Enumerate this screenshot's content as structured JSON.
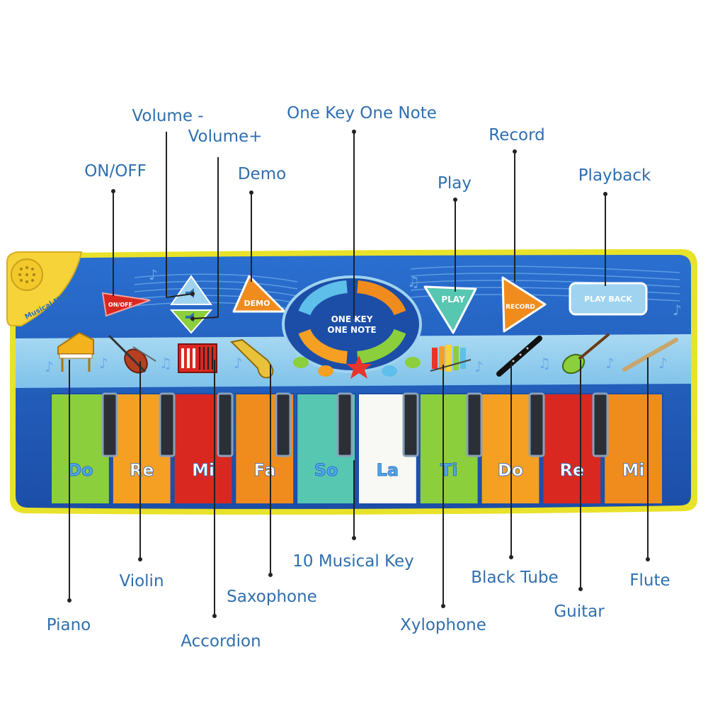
{
  "colors": {
    "mat_blue": "#1f57b4",
    "mat_border": "#e9e22a",
    "callout_text": "#2f6fb0",
    "speaker_yellow": "#f7d33a"
  },
  "mat": {
    "corner_label": "Musical Mat",
    "buttons": {
      "on_off": "ON/OFF",
      "demo": "DEMO",
      "one_key": "ONE KEY",
      "one_note": "ONE NOTE",
      "play": "PLAY",
      "record": "RECORD",
      "playback": "PLAY BACK"
    },
    "keys": [
      {
        "label": "Do",
        "color": "#8ccf3c"
      },
      {
        "label": "Re",
        "color": "#f5a022"
      },
      {
        "label": "Mi",
        "color": "#d8281f"
      },
      {
        "label": "Fa",
        "color": "#f08b1d"
      },
      {
        "label": "So",
        "color": "#57c7b1"
      },
      {
        "label": "La",
        "color": "#f8f8f4"
      },
      {
        "label": "Ti",
        "color": "#8ccf3c"
      },
      {
        "label": "Do",
        "color": "#f5a022"
      },
      {
        "label": "Re",
        "color": "#d8281f"
      },
      {
        "label": "Mi",
        "color": "#f08b1d"
      }
    ],
    "instrument_icons": [
      "piano-icon",
      "violin-icon",
      "accordion-icon",
      "saxophone-icon",
      "xylophone-icon",
      "black-tube-icon",
      "guitar-icon",
      "flute-icon"
    ]
  },
  "callouts": {
    "volume_down": "Volume -",
    "volume_up": "Volume+",
    "on_off": "ON/OFF",
    "demo": "Demo",
    "one_key_one_note": "One Key One Note",
    "play": "Play",
    "record": "Record",
    "playback": "Playback",
    "piano": "Piano",
    "violin": "Violin",
    "accordion": "Accordion",
    "saxophone": "Saxophone",
    "musical_key": "10 Musical Key",
    "xylophone": "Xylophone",
    "black_tube": "Black Tube",
    "guitar": "Guitar",
    "flute": "Flute"
  }
}
